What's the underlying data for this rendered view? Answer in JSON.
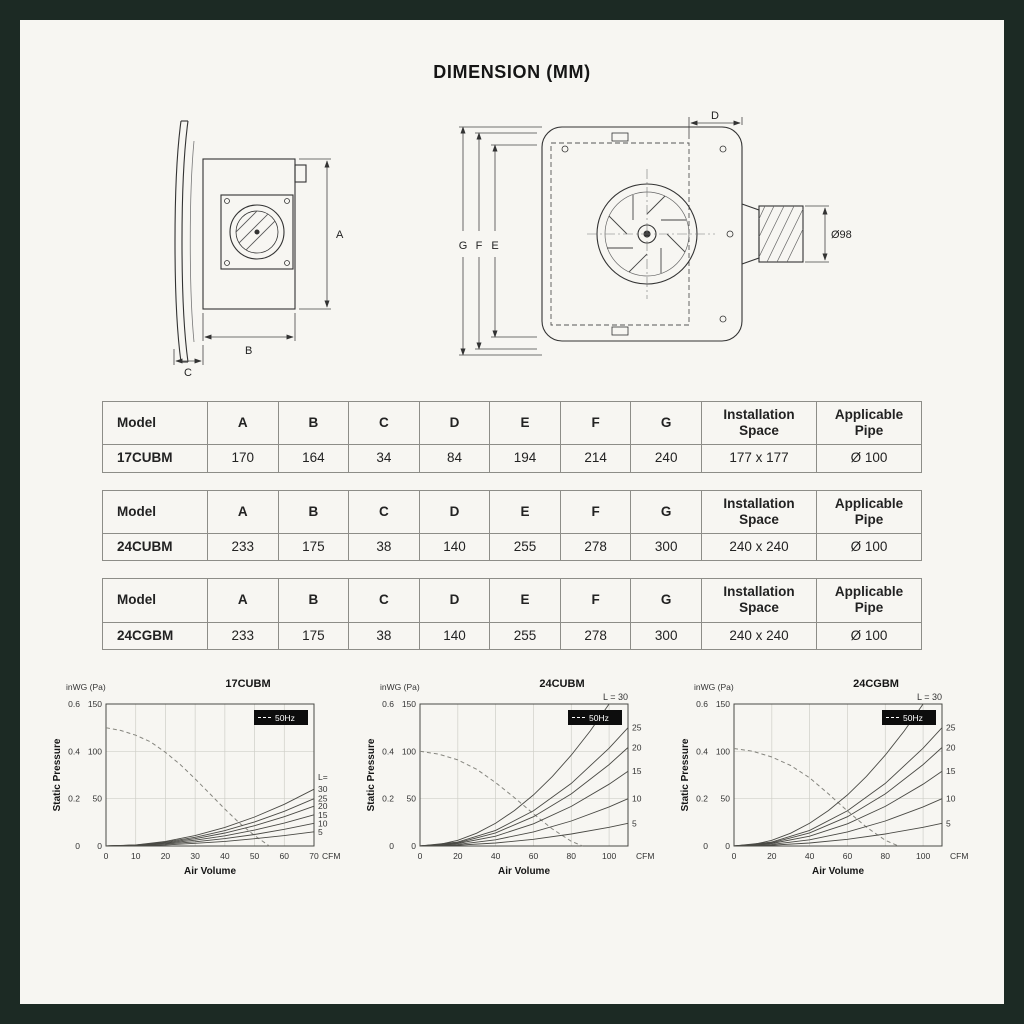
{
  "page": {
    "title": "DIMENSION (MM)"
  },
  "drawings": {
    "side_view": {
      "labels": {
        "a": "A",
        "b": "B",
        "c": "C"
      }
    },
    "top_view": {
      "labels": {
        "d": "D",
        "e": "E",
        "f": "F",
        "g": "G",
        "pipe": "Ø98"
      }
    }
  },
  "table_headers": [
    "Model",
    "A",
    "B",
    "C",
    "D",
    "E",
    "F",
    "G",
    "Installation Space",
    "Applicable Pipe"
  ],
  "tables": [
    {
      "cells": [
        "17CUBM",
        "170",
        "164",
        "34",
        "84",
        "194",
        "214",
        "240",
        "177 x 177",
        "Ø 100"
      ]
    },
    {
      "cells": [
        "24CUBM",
        "233",
        "175",
        "38",
        "140",
        "255",
        "278",
        "300",
        "240 x 240",
        "Ø 100"
      ]
    },
    {
      "cells": [
        "24CGBM",
        "233",
        "175",
        "38",
        "140",
        "255",
        "278",
        "300",
        "240 x 240",
        "Ø 100"
      ]
    }
  ],
  "chart_data": [
    {
      "type": "line",
      "title": "17CUBM",
      "y_units": "inWG (Pa)",
      "ylabel": "Static Pressure",
      "xlabel": "Air Volume",
      "x_unit": "CFM",
      "legend": "50Hz",
      "x_max": 70,
      "x_ticks": [
        0,
        10,
        20,
        30,
        40,
        50,
        60,
        70
      ],
      "y_max_pa": 150,
      "y_ticks": [
        {
          "inwg": "0",
          "pa": "0"
        },
        {
          "inwg": "0.2",
          "pa": "50"
        },
        {
          "inwg": "0.4",
          "pa": "100"
        },
        {
          "inwg": "0.6",
          "pa": "150"
        }
      ],
      "list_header": "L=",
      "fan_curve": [
        [
          0,
          125
        ],
        [
          5,
          122
        ],
        [
          10,
          117
        ],
        [
          15,
          110
        ],
        [
          20,
          99
        ],
        [
          25,
          86
        ],
        [
          30,
          71
        ],
        [
          35,
          55
        ],
        [
          40,
          39
        ],
        [
          45,
          24
        ],
        [
          50,
          11
        ],
        [
          55,
          0
        ]
      ],
      "l_curves": [
        {
          "label": "30",
          "points": [
            [
              0,
              0
            ],
            [
              10,
              1.2
            ],
            [
              20,
              4.9
            ],
            [
              30,
              11
            ],
            [
              40,
              19.6
            ],
            [
              50,
              30.6
            ],
            [
              60,
              44.1
            ],
            [
              70,
              60
            ]
          ]
        },
        {
          "label": "25",
          "points": [
            [
              0,
              0
            ],
            [
              10,
              1.0
            ],
            [
              20,
              4.1
            ],
            [
              30,
              9.2
            ],
            [
              40,
              16.3
            ],
            [
              50,
              25.5
            ],
            [
              60,
              36.7
            ],
            [
              70,
              50
            ]
          ]
        },
        {
          "label": "20",
          "points": [
            [
              0,
              0
            ],
            [
              10,
              0.9
            ],
            [
              20,
              3.4
            ],
            [
              30,
              7.7
            ],
            [
              40,
              13.7
            ],
            [
              50,
              21.4
            ],
            [
              60,
              30.9
            ],
            [
              70,
              42
            ]
          ]
        },
        {
          "label": "15",
          "points": [
            [
              0,
              0
            ],
            [
              10,
              0.7
            ],
            [
              20,
              2.7
            ],
            [
              30,
              6.1
            ],
            [
              40,
              10.8
            ],
            [
              50,
              16.8
            ],
            [
              60,
              24.2
            ],
            [
              70,
              33
            ]
          ]
        },
        {
          "label": "10",
          "points": [
            [
              0,
              0
            ],
            [
              10,
              0.5
            ],
            [
              20,
              2.0
            ],
            [
              30,
              4.4
            ],
            [
              40,
              7.8
            ],
            [
              50,
              12.2
            ],
            [
              60,
              17.6
            ],
            [
              70,
              24
            ]
          ]
        },
        {
          "label": "5",
          "points": [
            [
              0,
              0
            ],
            [
              10,
              0.3
            ],
            [
              20,
              1.2
            ],
            [
              30,
              2.8
            ],
            [
              40,
              4.9
            ],
            [
              50,
              7.7
            ],
            [
              60,
              11
            ],
            [
              70,
              15
            ]
          ]
        }
      ]
    },
    {
      "type": "line",
      "title": "24CUBM",
      "y_units": "inWG (Pa)",
      "ylabel": "Static Pressure",
      "xlabel": "Air Volume",
      "x_unit": "CFM",
      "legend": "50Hz",
      "top_label": "L = 30",
      "x_max": 110,
      "x_ticks": [
        0,
        20,
        40,
        60,
        80,
        100
      ],
      "y_max_pa": 150,
      "y_ticks": [
        {
          "inwg": "0",
          "pa": "0"
        },
        {
          "inwg": "0.2",
          "pa": "50"
        },
        {
          "inwg": "0.4",
          "pa": "100"
        },
        {
          "inwg": "0.6",
          "pa": "150"
        }
      ],
      "fan_curve": [
        [
          0,
          100
        ],
        [
          10,
          97
        ],
        [
          20,
          91
        ],
        [
          30,
          81
        ],
        [
          40,
          67
        ],
        [
          50,
          51
        ],
        [
          60,
          34
        ],
        [
          70,
          18
        ],
        [
          80,
          5
        ],
        [
          86,
          0
        ]
      ],
      "l_curves": [
        {
          "label": "",
          "points": [
            [
              0,
              0
            ],
            [
              10,
              1.5
            ],
            [
              20,
              6
            ],
            [
              30,
              13.5
            ],
            [
              40,
              24
            ],
            [
              50,
              37.5
            ],
            [
              60,
              54
            ],
            [
              70,
              73.5
            ],
            [
              80,
              96
            ],
            [
              90,
              121.5
            ],
            [
              100,
              150
            ]
          ]
        },
        {
          "label": "25",
          "points": [
            [
              0,
              0
            ],
            [
              20,
              4.1
            ],
            [
              40,
              16.5
            ],
            [
              60,
              37.2
            ],
            [
              80,
              66.1
            ],
            [
              100,
              103.3
            ],
            [
              110,
              125
            ]
          ]
        },
        {
          "label": "20",
          "points": [
            [
              0,
              0
            ],
            [
              20,
              3.4
            ],
            [
              40,
              13.8
            ],
            [
              60,
              31
            ],
            [
              80,
              55
            ],
            [
              100,
              86
            ],
            [
              110,
              104
            ]
          ]
        },
        {
          "label": "15",
          "points": [
            [
              0,
              0
            ],
            [
              20,
              2.6
            ],
            [
              40,
              10.4
            ],
            [
              60,
              23.5
            ],
            [
              80,
              41.8
            ],
            [
              100,
              65.3
            ],
            [
              110,
              79
            ]
          ]
        },
        {
          "label": "10",
          "points": [
            [
              0,
              0
            ],
            [
              20,
              1.7
            ],
            [
              40,
              6.6
            ],
            [
              60,
              14.9
            ],
            [
              80,
              26.4
            ],
            [
              100,
              41.3
            ],
            [
              110,
              50
            ]
          ]
        },
        {
          "label": "5",
          "points": [
            [
              0,
              0
            ],
            [
              20,
              0.8
            ],
            [
              40,
              3.2
            ],
            [
              60,
              7.1
            ],
            [
              80,
              12.7
            ],
            [
              100,
              19.8
            ],
            [
              110,
              24
            ]
          ]
        }
      ]
    },
    {
      "type": "line",
      "title": "24CGBM",
      "y_units": "inWG (Pa)",
      "ylabel": "Static Pressure",
      "xlabel": "Air Volume",
      "x_unit": "CFM",
      "legend": "50Hz",
      "top_label": "L = 30",
      "x_max": 110,
      "x_ticks": [
        0,
        20,
        40,
        60,
        80,
        100
      ],
      "y_max_pa": 150,
      "y_ticks": [
        {
          "inwg": "0",
          "pa": "0"
        },
        {
          "inwg": "0.2",
          "pa": "50"
        },
        {
          "inwg": "0.4",
          "pa": "100"
        },
        {
          "inwg": "0.6",
          "pa": "150"
        }
      ],
      "fan_curve": [
        [
          0,
          103
        ],
        [
          10,
          100
        ],
        [
          20,
          94
        ],
        [
          30,
          85
        ],
        [
          40,
          72
        ],
        [
          50,
          55
        ],
        [
          60,
          37
        ],
        [
          70,
          20
        ],
        [
          80,
          6
        ],
        [
          87,
          0
        ]
      ],
      "l_curves": [
        {
          "label": "",
          "points": [
            [
              0,
              0
            ],
            [
              10,
              1.5
            ],
            [
              20,
              6
            ],
            [
              30,
              13.5
            ],
            [
              40,
              24
            ],
            [
              50,
              37.5
            ],
            [
              60,
              54
            ],
            [
              70,
              73.5
            ],
            [
              80,
              96
            ],
            [
              90,
              121.5
            ],
            [
              100,
              150
            ]
          ]
        },
        {
          "label": "25",
          "points": [
            [
              0,
              0
            ],
            [
              20,
              4.1
            ],
            [
              40,
              16.5
            ],
            [
              60,
              37.2
            ],
            [
              80,
              66.1
            ],
            [
              100,
              103.3
            ],
            [
              110,
              125
            ]
          ]
        },
        {
          "label": "20",
          "points": [
            [
              0,
              0
            ],
            [
              20,
              3.4
            ],
            [
              40,
              13.8
            ],
            [
              60,
              31
            ],
            [
              80,
              55
            ],
            [
              100,
              86
            ],
            [
              110,
              104
            ]
          ]
        },
        {
          "label": "15",
          "points": [
            [
              0,
              0
            ],
            [
              20,
              2.6
            ],
            [
              40,
              10.4
            ],
            [
              60,
              23.5
            ],
            [
              80,
              41.8
            ],
            [
              100,
              65.3
            ],
            [
              110,
              79
            ]
          ]
        },
        {
          "label": "10",
          "points": [
            [
              0,
              0
            ],
            [
              20,
              1.7
            ],
            [
              40,
              6.6
            ],
            [
              60,
              14.9
            ],
            [
              80,
              26.4
            ],
            [
              100,
              41.3
            ],
            [
              110,
              50
            ]
          ]
        },
        {
          "label": "5",
          "points": [
            [
              0,
              0
            ],
            [
              20,
              0.8
            ],
            [
              40,
              3.2
            ],
            [
              60,
              7.1
            ],
            [
              80,
              12.7
            ],
            [
              100,
              19.8
            ],
            [
              110,
              24
            ]
          ]
        }
      ]
    }
  ]
}
